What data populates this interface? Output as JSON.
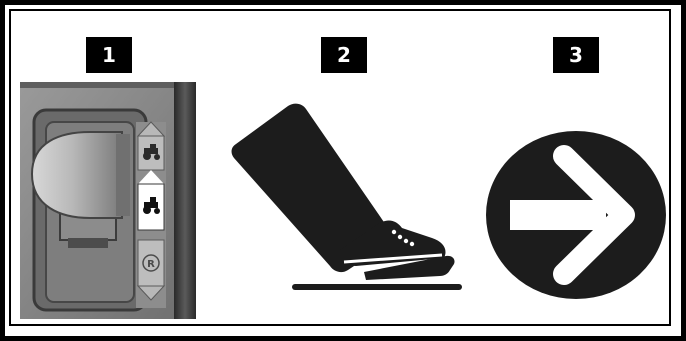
{
  "steps": [
    {
      "number": "1",
      "illustration": "gear-selector-lever"
    },
    {
      "number": "2",
      "illustration": "foot-on-brake-pedal"
    },
    {
      "number": "3",
      "illustration": "right-arrow-circle"
    }
  ],
  "icons": [
    "tractor-low-icon",
    "tractor-high-icon",
    "reverse-r-icon",
    "arrow-right-icon"
  ],
  "gear_labels": {
    "reverse": "R"
  },
  "colors": {
    "frame": "#000000",
    "badge_bg": "#000000",
    "badge_text": "#ffffff",
    "illustration": "#1c1c1c",
    "photo_base": "#8a8a8a"
  }
}
